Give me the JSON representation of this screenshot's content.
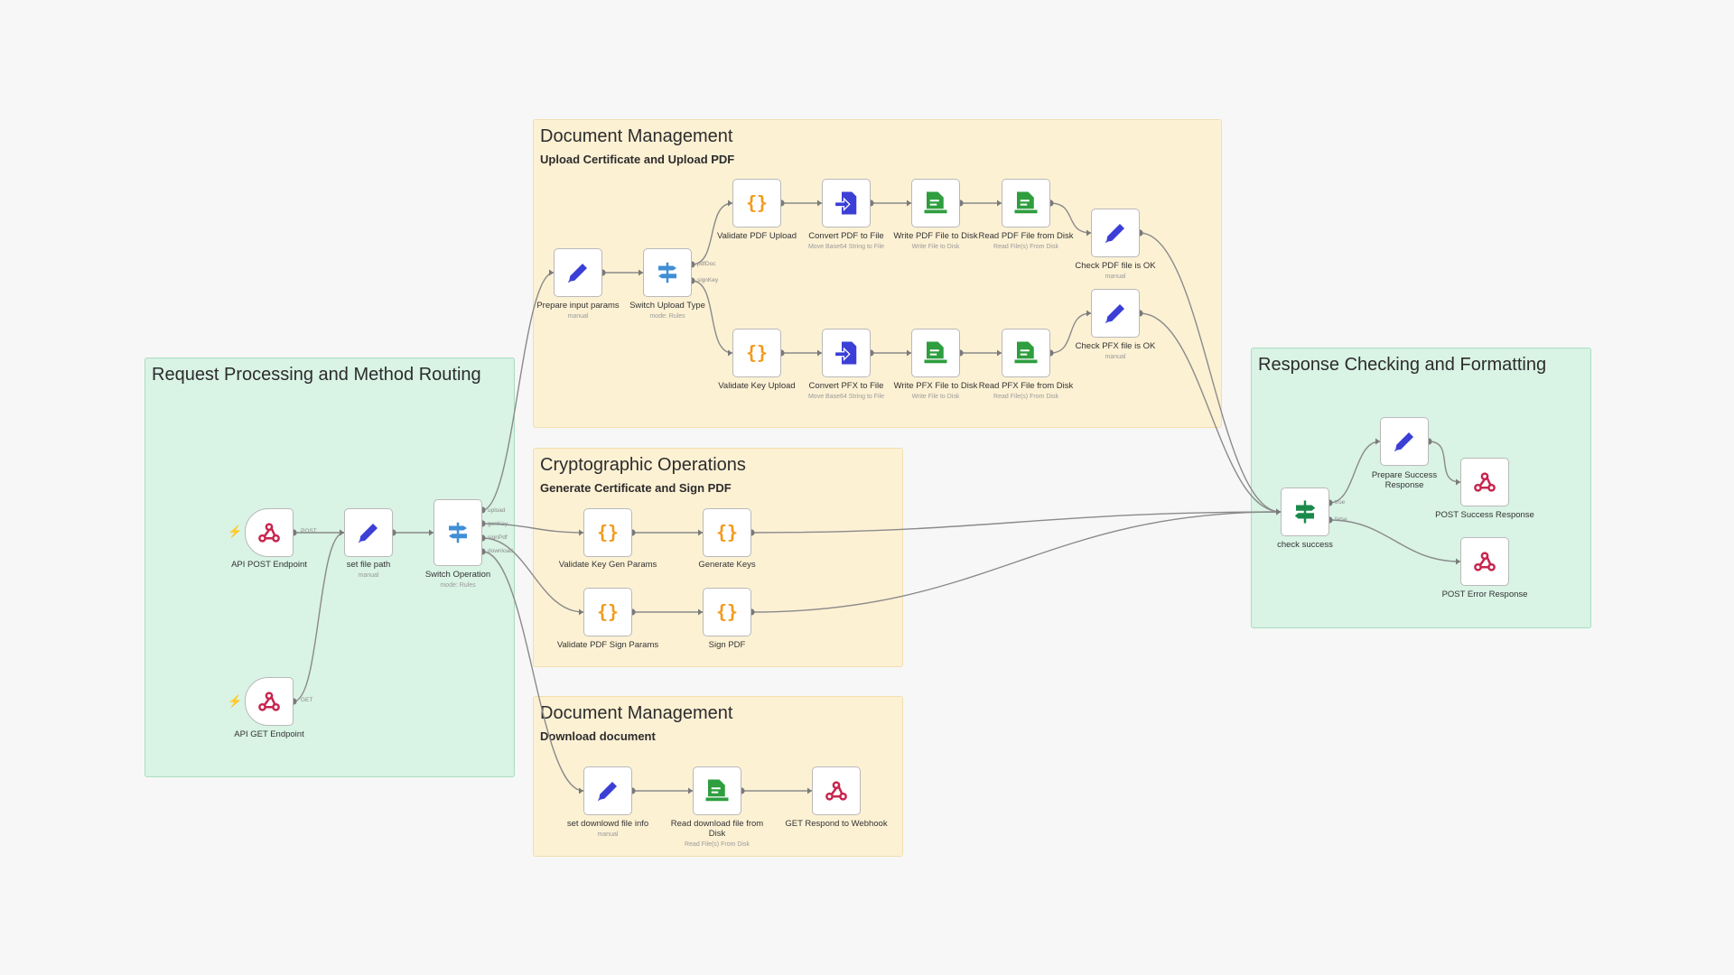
{
  "groups": {
    "request": {
      "title": "Request Processing and Method Routing",
      "subtitle": ""
    },
    "doc_upload": {
      "title": "Document Management",
      "subtitle": "Upload Certificate and Upload PDF"
    },
    "crypto": {
      "title": "Cryptographic Operations",
      "subtitle": "Generate Certificate and Sign PDF"
    },
    "doc_download": {
      "title": "Document Management",
      "subtitle": "Download document"
    },
    "response": {
      "title": "Response Checking and Formatting",
      "subtitle": ""
    }
  },
  "nodes": {
    "api_post": {
      "label": "API POST Endpoint",
      "sub": "",
      "icon": "webhook-icon"
    },
    "api_get": {
      "label": "API GET Endpoint",
      "sub": "",
      "icon": "webhook-icon"
    },
    "set_file_path": {
      "label": "set file path",
      "sub": "manual",
      "icon": "pencil-icon"
    },
    "switch_operation": {
      "label": "Switch Operation",
      "sub": "mode: Rules",
      "icon": "switch-icon"
    },
    "prepare_input": {
      "label": "Prepare input params",
      "sub": "manual",
      "icon": "pencil-icon"
    },
    "switch_upload": {
      "label": "Switch Upload Type",
      "sub": "mode: Rules",
      "icon": "switch-icon"
    },
    "validate_pdf_upload": {
      "label": "Validate PDF Upload",
      "sub": "",
      "icon": "code-icon"
    },
    "convert_pdf": {
      "label": "Convert PDF to File",
      "sub": "Move Base64 String to File",
      "icon": "convert-icon"
    },
    "write_pdf": {
      "label": "Write PDF File to Disk",
      "sub": "Write File to Disk",
      "icon": "file-icon"
    },
    "read_pdf": {
      "label": "Read PDF File from Disk",
      "sub": "Read File(s) From Disk",
      "icon": "file-icon"
    },
    "check_pdf": {
      "label": "Check PDF file is OK",
      "sub": "manual",
      "icon": "pencil-icon"
    },
    "validate_key_upload": {
      "label": "Validate Key Upload",
      "sub": "",
      "icon": "code-icon"
    },
    "convert_pfx": {
      "label": "Convert PFX to File",
      "sub": "Move Base64 String to File",
      "icon": "convert-icon"
    },
    "write_pfx": {
      "label": "Write PFX File to Disk",
      "sub": "Write File to Disk",
      "icon": "file-icon"
    },
    "read_pfx": {
      "label": "Read PFX File from Disk",
      "sub": "Read File(s) From Disk",
      "icon": "file-icon"
    },
    "check_pfx": {
      "label": "Check PFX file is OK",
      "sub": "manual",
      "icon": "pencil-icon"
    },
    "validate_keygen": {
      "label": "Validate Key Gen Params",
      "sub": "",
      "icon": "code-icon"
    },
    "generate_keys": {
      "label": "Generate Keys",
      "sub": "",
      "icon": "code-icon"
    },
    "validate_sign": {
      "label": "Validate PDF Sign Params",
      "sub": "",
      "icon": "code-icon"
    },
    "sign_pdf": {
      "label": "Sign PDF",
      "sub": "",
      "icon": "code-icon"
    },
    "set_download": {
      "label": "set downlowd file info",
      "sub": "manual",
      "icon": "pencil-icon"
    },
    "read_download": {
      "label": "Read download file from Disk",
      "sub": "Read File(s) From Disk",
      "icon": "file-icon"
    },
    "get_respond": {
      "label": "GET Respond to Webhook",
      "sub": "",
      "icon": "webhook-icon"
    },
    "check_success": {
      "label": "check success",
      "sub": "",
      "icon": "if-icon"
    },
    "prepare_success": {
      "label": "Prepare Success Response",
      "sub": "",
      "icon": "pencil-icon"
    },
    "post_success": {
      "label": "POST Success Response",
      "sub": "",
      "icon": "webhook-icon"
    },
    "post_error": {
      "label": "POST Error Response",
      "sub": "",
      "icon": "webhook-icon"
    }
  },
  "port_labels": {
    "post": "POST",
    "get": "GET",
    "upload": "upload",
    "genKey": "genKey",
    "signPdf": "signPdf",
    "download": "download",
    "pdfDoc": "pdfDoc",
    "signKey": "signKey",
    "true": "true",
    "false": "false"
  },
  "colors": {
    "green_group": "#d9f3e5",
    "yellow_group": "#fdf1d4",
    "pencil": "#3b3fd6",
    "switch": "#3f8fd6",
    "code": "#f29a1d",
    "file": "#2e9e3f",
    "webhook": "#c7254e",
    "if": "#1a8a4a",
    "trigger_bolt": "#ea6a3b",
    "wire": "#8a8a8a"
  }
}
